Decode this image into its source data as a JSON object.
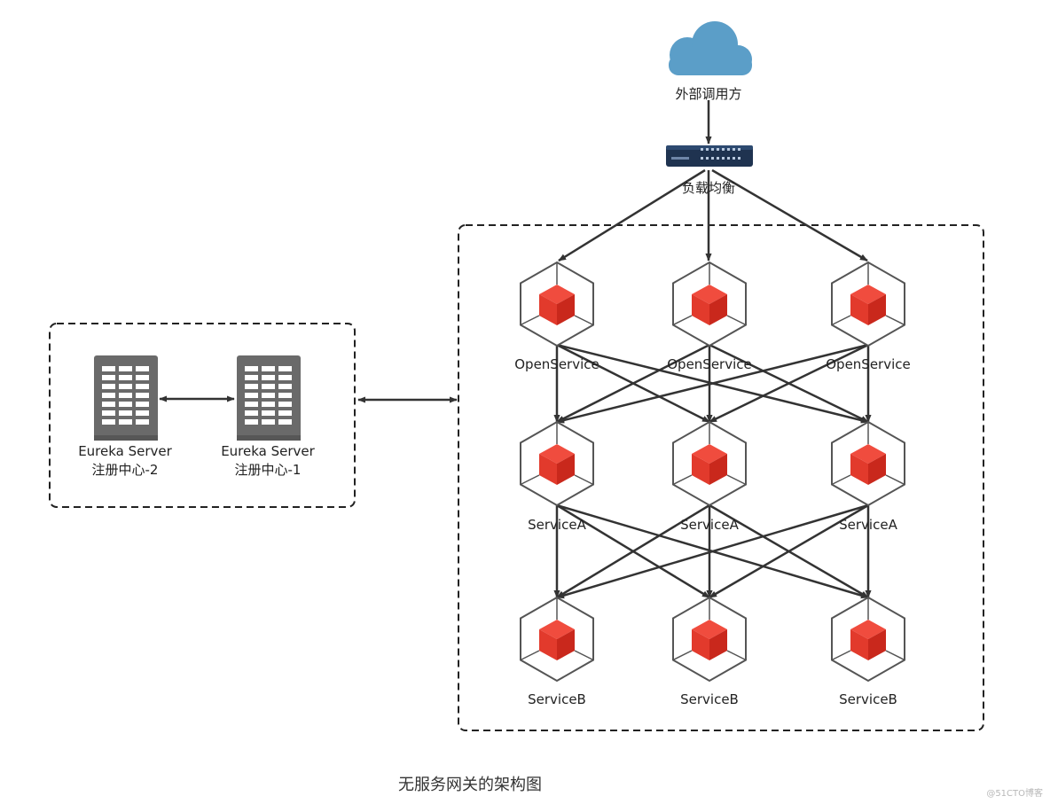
{
  "external_caller": {
    "label": "外部调用方"
  },
  "load_balancer": {
    "label": "负载均衡"
  },
  "eureka": {
    "server_2": {
      "line1": "Eureka Server",
      "line2": "注册中心-2"
    },
    "server_1": {
      "line1": "Eureka Server",
      "line2": "注册中心-1"
    }
  },
  "services": {
    "open": [
      "OpenService",
      "OpenService",
      "OpenService"
    ],
    "a": [
      "ServiceA",
      "ServiceA",
      "ServiceA"
    ],
    "b": [
      "ServiceB",
      "ServiceB",
      "ServiceB"
    ]
  },
  "caption": "无服务网关的架构图",
  "watermark": "@51CTO博客",
  "colors": {
    "cloud": "#5b9ec8",
    "cube": "#e23a2c",
    "hexagon_stroke": "#555555",
    "server": "#6a6a6a",
    "arrow": "#333333",
    "dashed_border": "#222222",
    "load_balancer": "#1f3350"
  }
}
